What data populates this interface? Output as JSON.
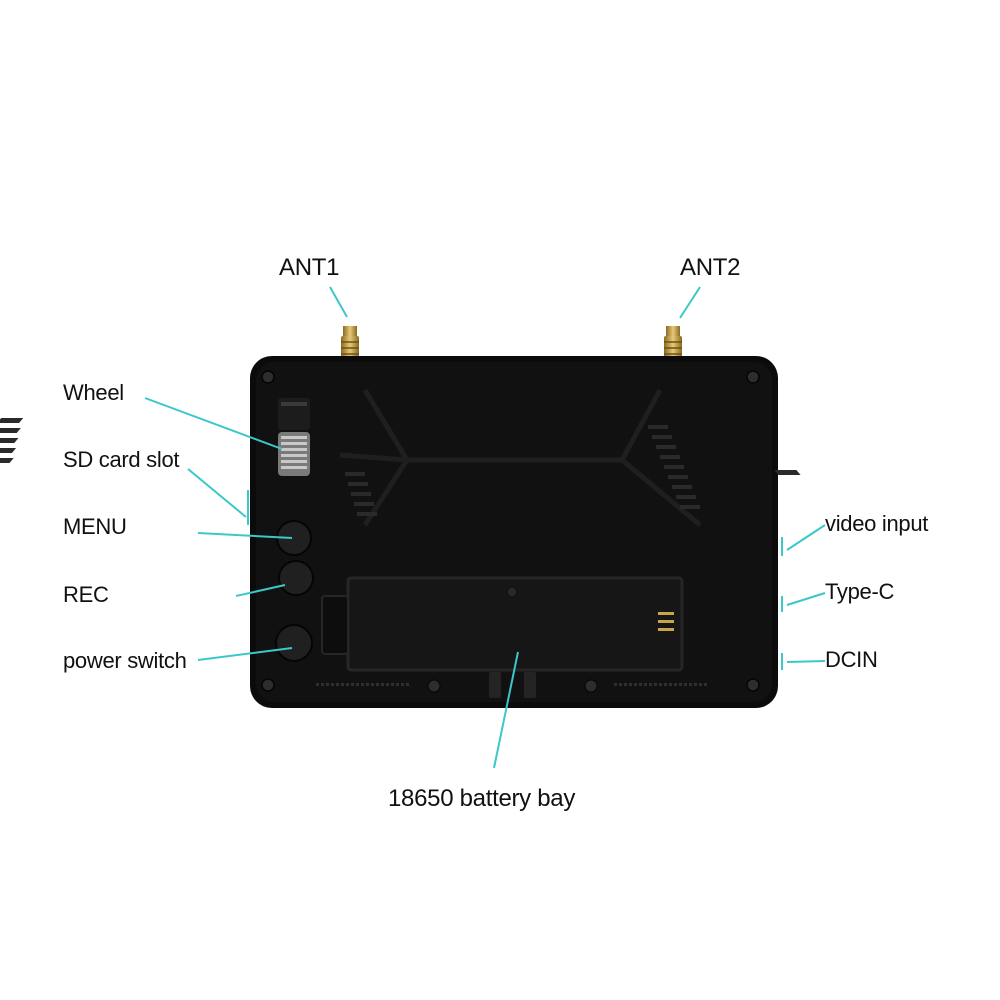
{
  "labels": {
    "ant1": "ANT1",
    "ant2": "ANT2",
    "wheel": "Wheel",
    "sd_card_slot": "SD card slot",
    "menu": "MENU",
    "rec": "REC",
    "power_switch": "power switch",
    "video_input": "video input",
    "type_c": "Type-C",
    "dcin": "DCIN",
    "battery_bay": "18650 battery bay"
  },
  "colors": {
    "leader_line": "#3cc7c9",
    "device_body": "#0b0b0b",
    "device_panel": "#141414",
    "antenna_gold": "#c9a54a",
    "background": "#ffffff"
  }
}
